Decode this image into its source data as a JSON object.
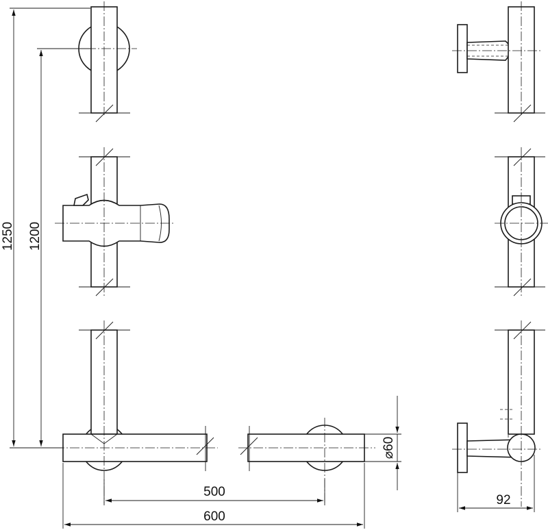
{
  "dimensions": {
    "total_height": "1250",
    "height_to_mount": "1200",
    "bar_length": "600",
    "mount_spacing": "500",
    "tube_diameter": "⌀60",
    "wall_projection": "92"
  }
}
